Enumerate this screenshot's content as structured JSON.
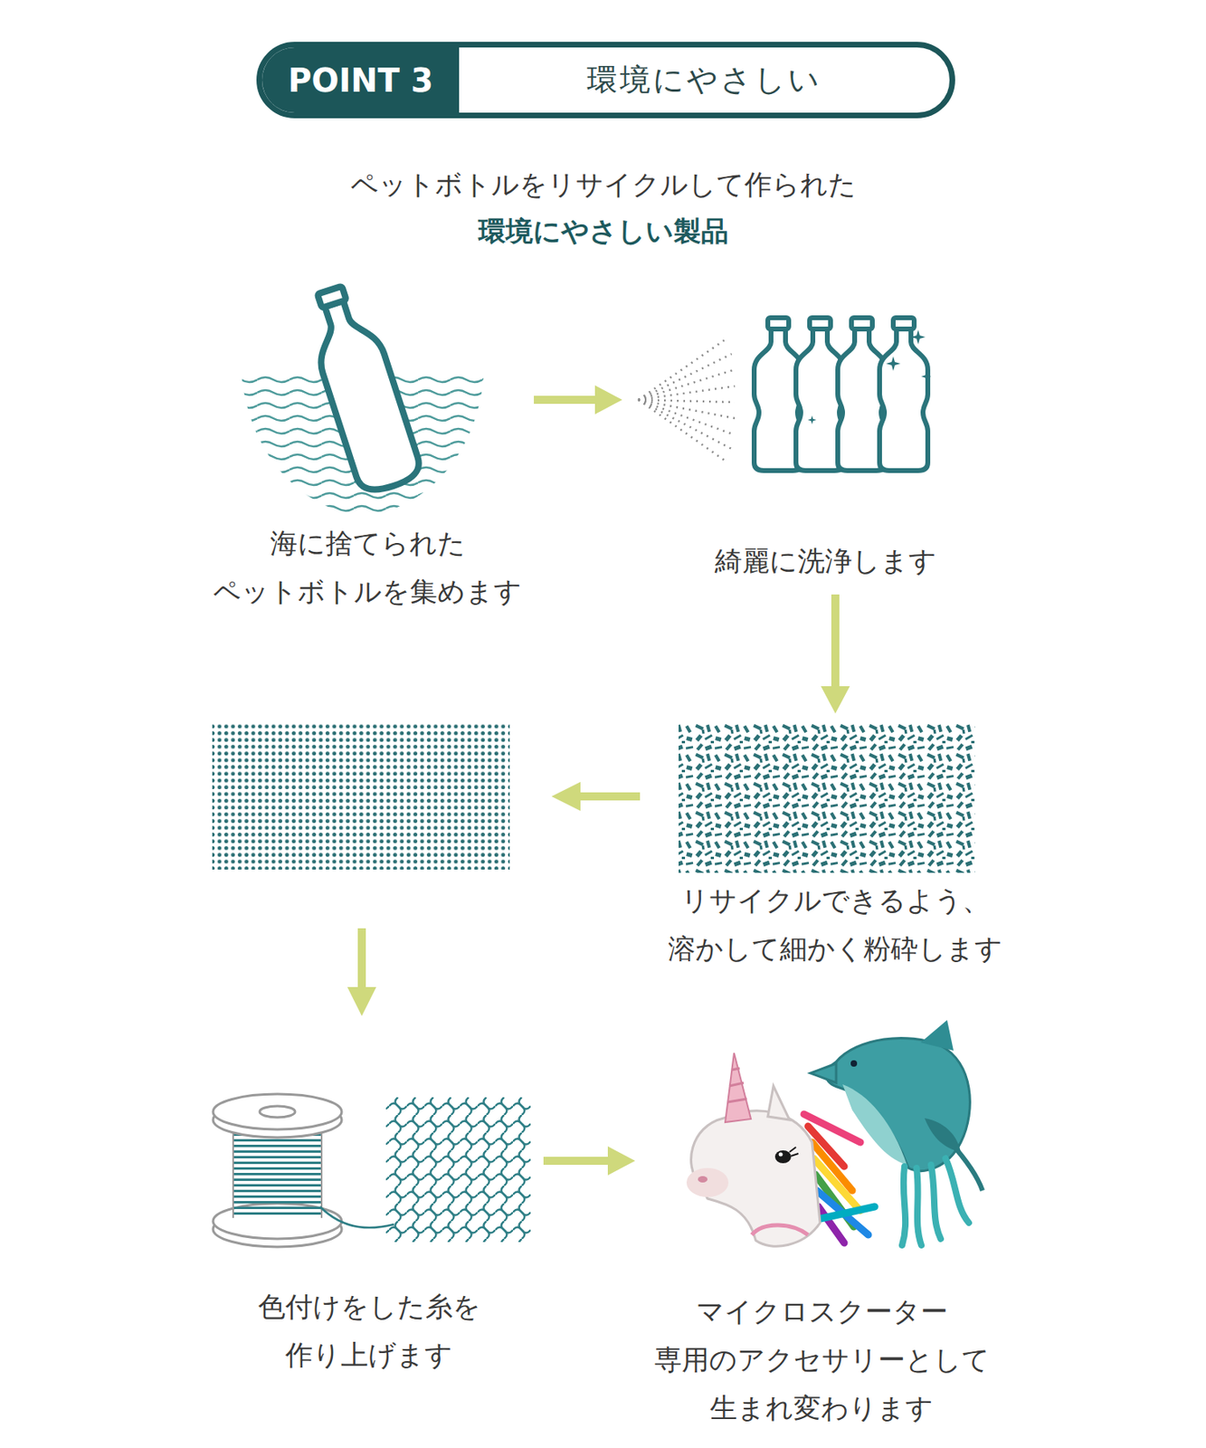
{
  "diagram": {
    "nodes": [
      {
        "text": [
          "POINT 3",
          "環境にやさしい"
        ]
      },
      {
        "text": [
          "海に捨てられた ペットボトルを集めます"
        ]
      },
      {
        "text": [
          "綺麗に洗浄します"
        ]
      },
      {
        "text": [
          "リサイクルできるよう、 溶かして細かく粉砕します"
        ]
      },
      {
        "text": [
          "色付けをした糸を 作り上げます"
        ]
      },
      {
        "text": [
          "マイクロスクーター 専用のアクセサリーとして 生まれ変わります"
        ]
      }
    ],
    "edges": [
      {
        "from": 1,
        "to": 2,
        "arrow": "to"
      },
      {
        "from": 2,
        "to": 3,
        "arrow": "to"
      },
      {
        "from": 4,
        "to": 5,
        "arrow": "to"
      }
    ],
    "labels": [
      "ペットボトルをリサイクルして作られた",
      "環境にやさしい製品"
    ]
  }
}
